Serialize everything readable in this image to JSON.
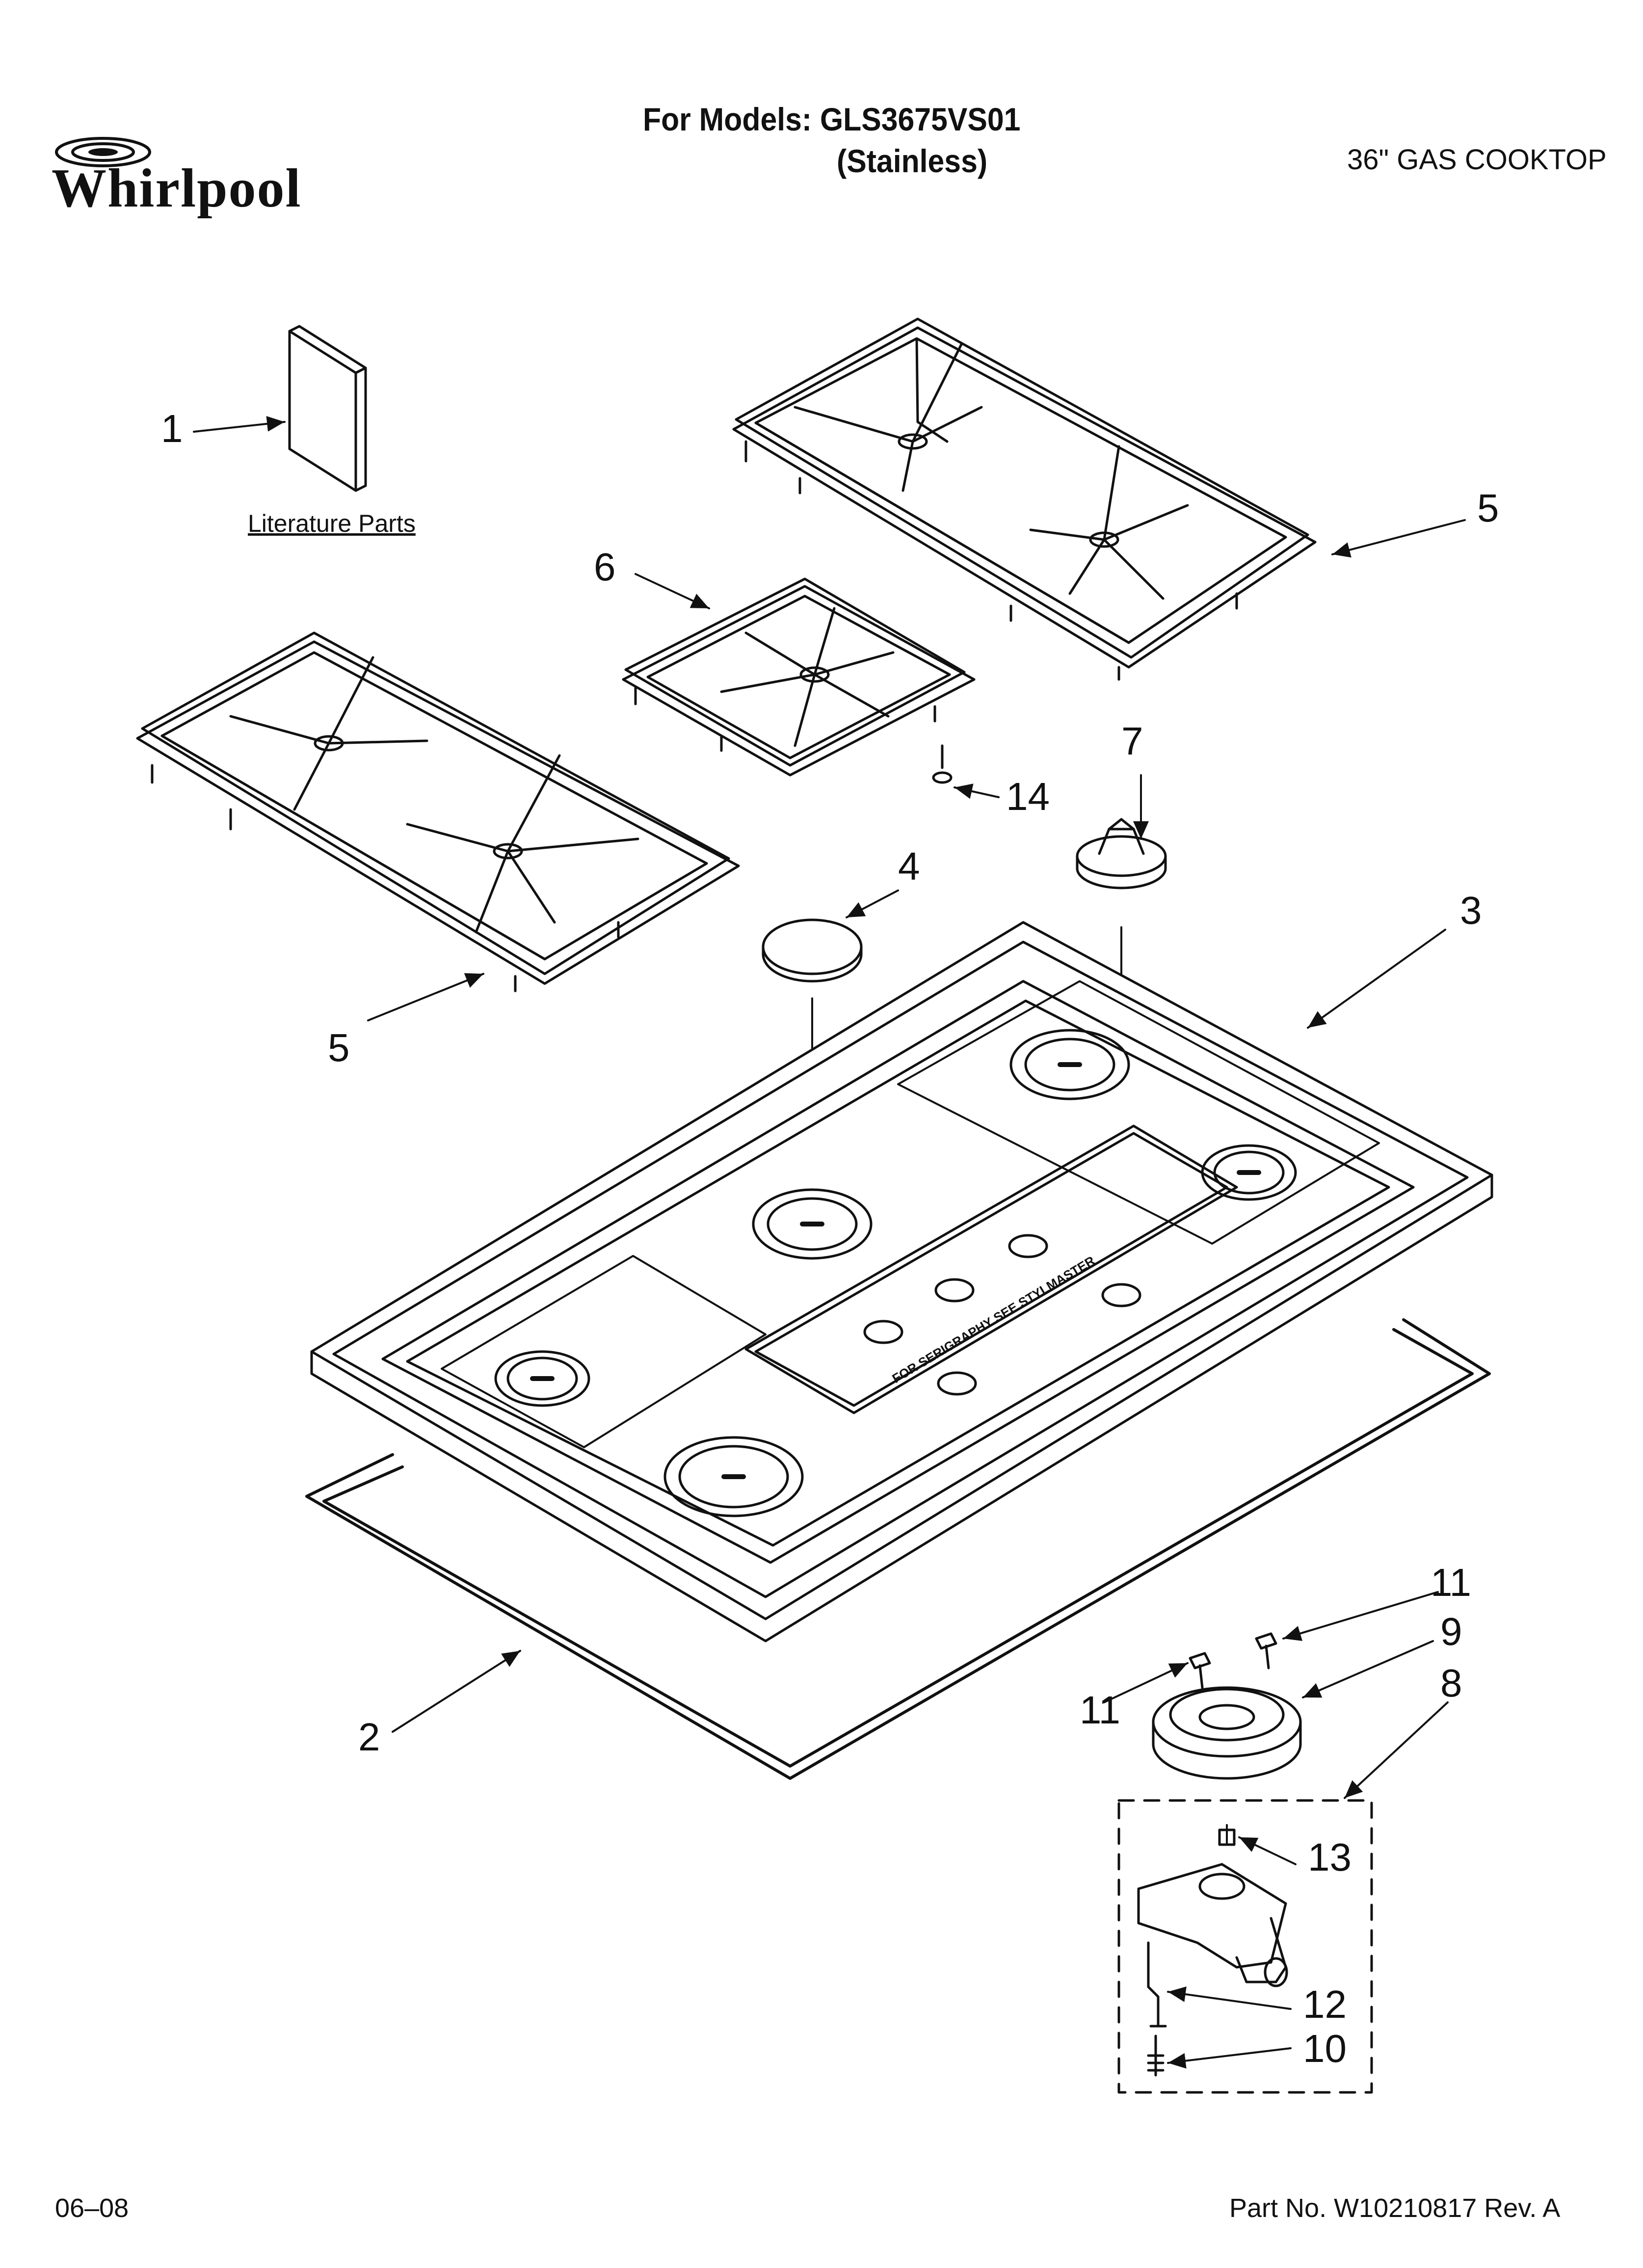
{
  "header": {
    "brand": "Whirlpool",
    "models_label": "For Models: GLS3675VS01",
    "finish_label": "(Stainless)",
    "product_type": "36\" GAS COOKTOP"
  },
  "footer": {
    "date": "06–08",
    "part_number": "Part No. W10210817 Rev. A"
  },
  "labels": {
    "literature_parts": "Literature Parts"
  },
  "cooktop_screen_text": "FOR SERIGRAPHY SEE STYLMASTER",
  "callouts": {
    "c1": "1",
    "c2": "2",
    "c3": "3",
    "c4": "4",
    "c5a": "5",
    "c5b": "5",
    "c6": "6",
    "c7": "7",
    "c8": "8",
    "c9": "9",
    "c10": "10",
    "c11a": "11",
    "c11b": "11",
    "c12": "12",
    "c13": "13",
    "c14": "14"
  }
}
